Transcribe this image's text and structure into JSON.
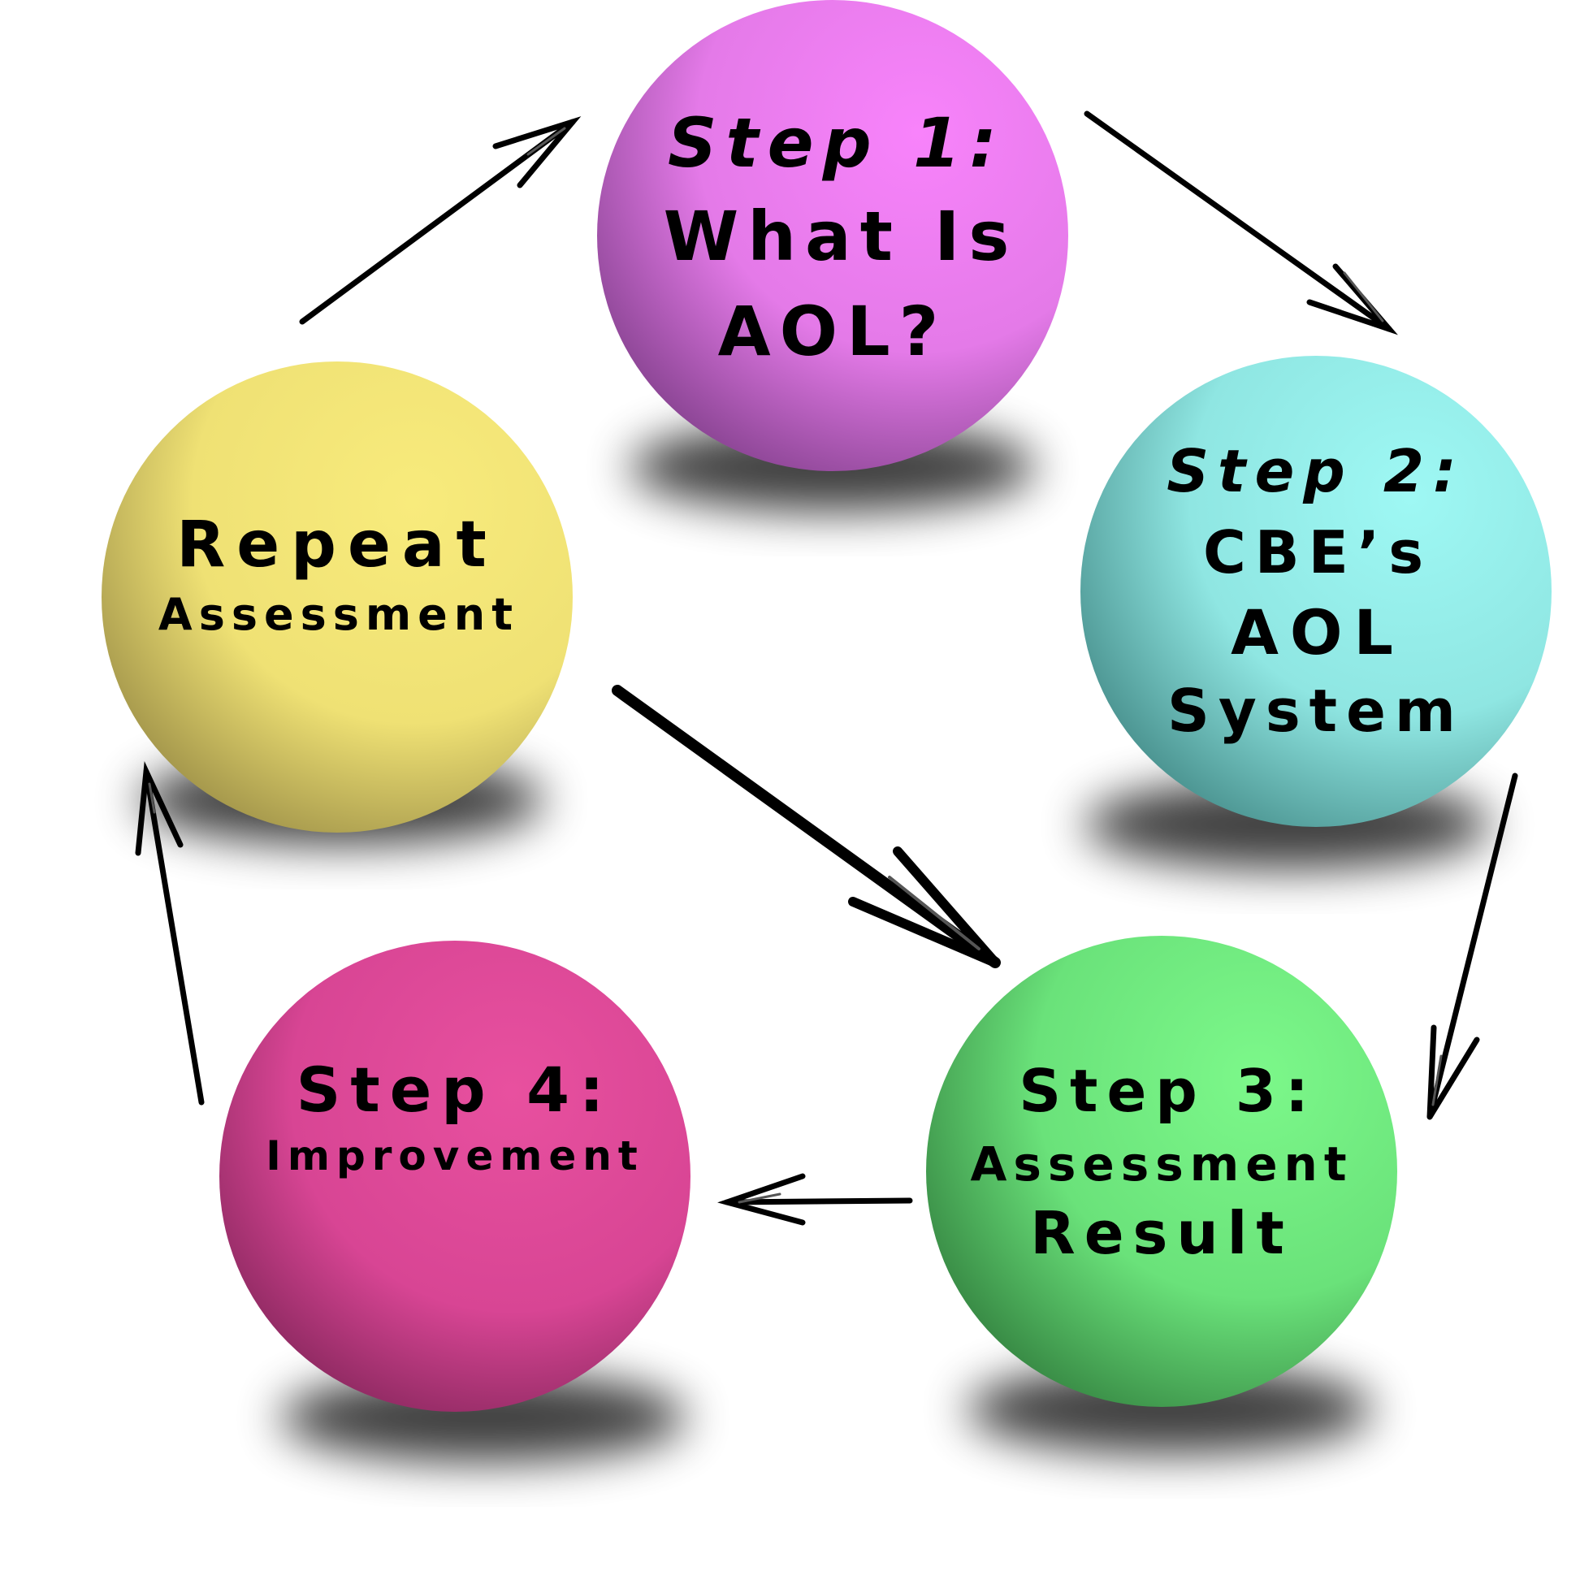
{
  "diagram": {
    "nodes": [
      {
        "id": "step1",
        "color": "#f07ef6",
        "lines": [
          "Step 1:",
          "What Is",
          "AOL?"
        ]
      },
      {
        "id": "step2",
        "color": "#96f2ee",
        "lines": [
          "Step 2:",
          "CBE’s",
          "AOL",
          "System"
        ]
      },
      {
        "id": "step3",
        "color": "#76f284",
        "lines": [
          "Step 3:",
          "Assessment",
          "Result"
        ]
      },
      {
        "id": "step4",
        "color": "#e24a9a",
        "lines": [
          "Step 4:",
          "Improvement"
        ]
      },
      {
        "id": "repeat",
        "color": "#f6e97a",
        "lines": [
          "Repeat",
          "Assessment"
        ]
      }
    ],
    "edges": [
      {
        "from": "step1",
        "to": "step2"
      },
      {
        "from": "step2",
        "to": "step3"
      },
      {
        "from": "step3",
        "to": "step4"
      },
      {
        "from": "step4",
        "to": "repeat"
      },
      {
        "from": "repeat",
        "to": "step1"
      },
      {
        "from": "repeat",
        "to": "step3"
      }
    ]
  }
}
